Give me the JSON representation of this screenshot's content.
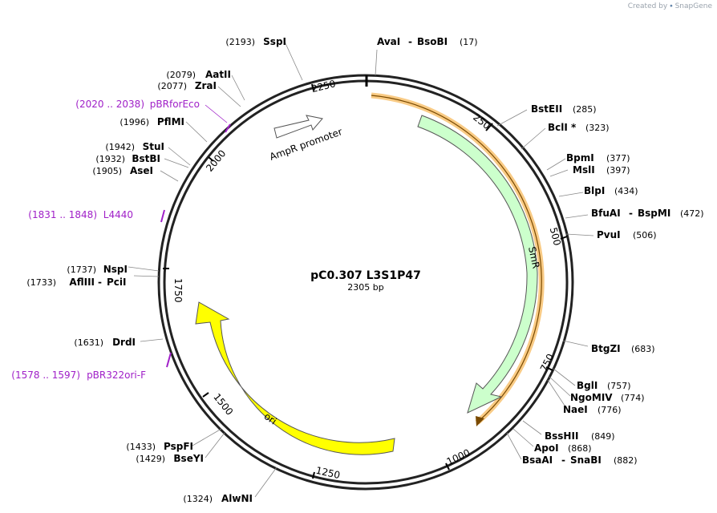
{
  "credit": {
    "created_by": "Created by",
    "brand": "SnapGene"
  },
  "plasmid": {
    "name": "pC0.307 L3S1P47",
    "length_label": "2305 bp",
    "length": 2305
  },
  "ring_ticks": [
    "250",
    "500",
    "750",
    "1000",
    "1250",
    "1500",
    "1750",
    "2000",
    "2250"
  ],
  "enzymes": [
    {
      "name": "AvaI",
      "name2": "BsoBI",
      "pos": "(17)"
    },
    {
      "name": "BstEII",
      "pos": "(285)"
    },
    {
      "name": "BclI *",
      "pos": "(323)"
    },
    {
      "name": "BpmI",
      "pos": "(377)"
    },
    {
      "name": "MslI",
      "pos": "(397)"
    },
    {
      "name": "BlpI",
      "pos": "(434)"
    },
    {
      "name": "BfuAI",
      "name2": "BspMI",
      "pos": "(472)"
    },
    {
      "name": "PvuI",
      "pos": "(506)"
    },
    {
      "name": "BtgZI",
      "pos": "(683)"
    },
    {
      "name": "BglI",
      "pos": "(757)"
    },
    {
      "name": "NgoMIV",
      "pos": "(774)"
    },
    {
      "name": "NaeI",
      "pos": "(776)"
    },
    {
      "name": "BssHII",
      "pos": "(849)"
    },
    {
      "name": "ApoI",
      "pos": "(868)"
    },
    {
      "name": "BsaAI",
      "name2": "SnaBI",
      "pos": "(882)"
    },
    {
      "name": "AlwNI",
      "pos": "(1324)"
    },
    {
      "name": "BseYI",
      "pos": "(1429)"
    },
    {
      "name": "PspFI",
      "pos": "(1433)"
    },
    {
      "name": "DrdI",
      "pos": "(1631)"
    },
    {
      "name": "AflIII",
      "name2": "PciI",
      "pos": "(1733)"
    },
    {
      "name": "NspI",
      "pos": "(1737)"
    },
    {
      "name": "AseI",
      "pos": "(1905)"
    },
    {
      "name": "BstBI",
      "pos": "(1932)"
    },
    {
      "name": "StuI",
      "pos": "(1942)"
    },
    {
      "name": "PflMI",
      "pos": "(1996)"
    },
    {
      "name": "ZraI",
      "pos": "(2077)"
    },
    {
      "name": "AatII",
      "pos": "(2079)"
    },
    {
      "name": "SspI",
      "pos": "(2193)"
    }
  ],
  "primers": [
    {
      "range": "(2020 .. 2038)",
      "name": "pBRforEco"
    },
    {
      "range": "(1831 .. 1848)",
      "name": "L4440"
    },
    {
      "range": "(1578 .. 1597)",
      "name": "pBR322ori-F"
    }
  ],
  "features": [
    {
      "name": "SmR",
      "color": "#ccffcc"
    },
    {
      "name": "ori",
      "color": "#ffff00"
    },
    {
      "name": "AmpR promoter",
      "color": "#ffffff"
    }
  ],
  "colors": {
    "primer": "#a020c8",
    "orf": "#f4a020",
    "ring": "#222222"
  }
}
